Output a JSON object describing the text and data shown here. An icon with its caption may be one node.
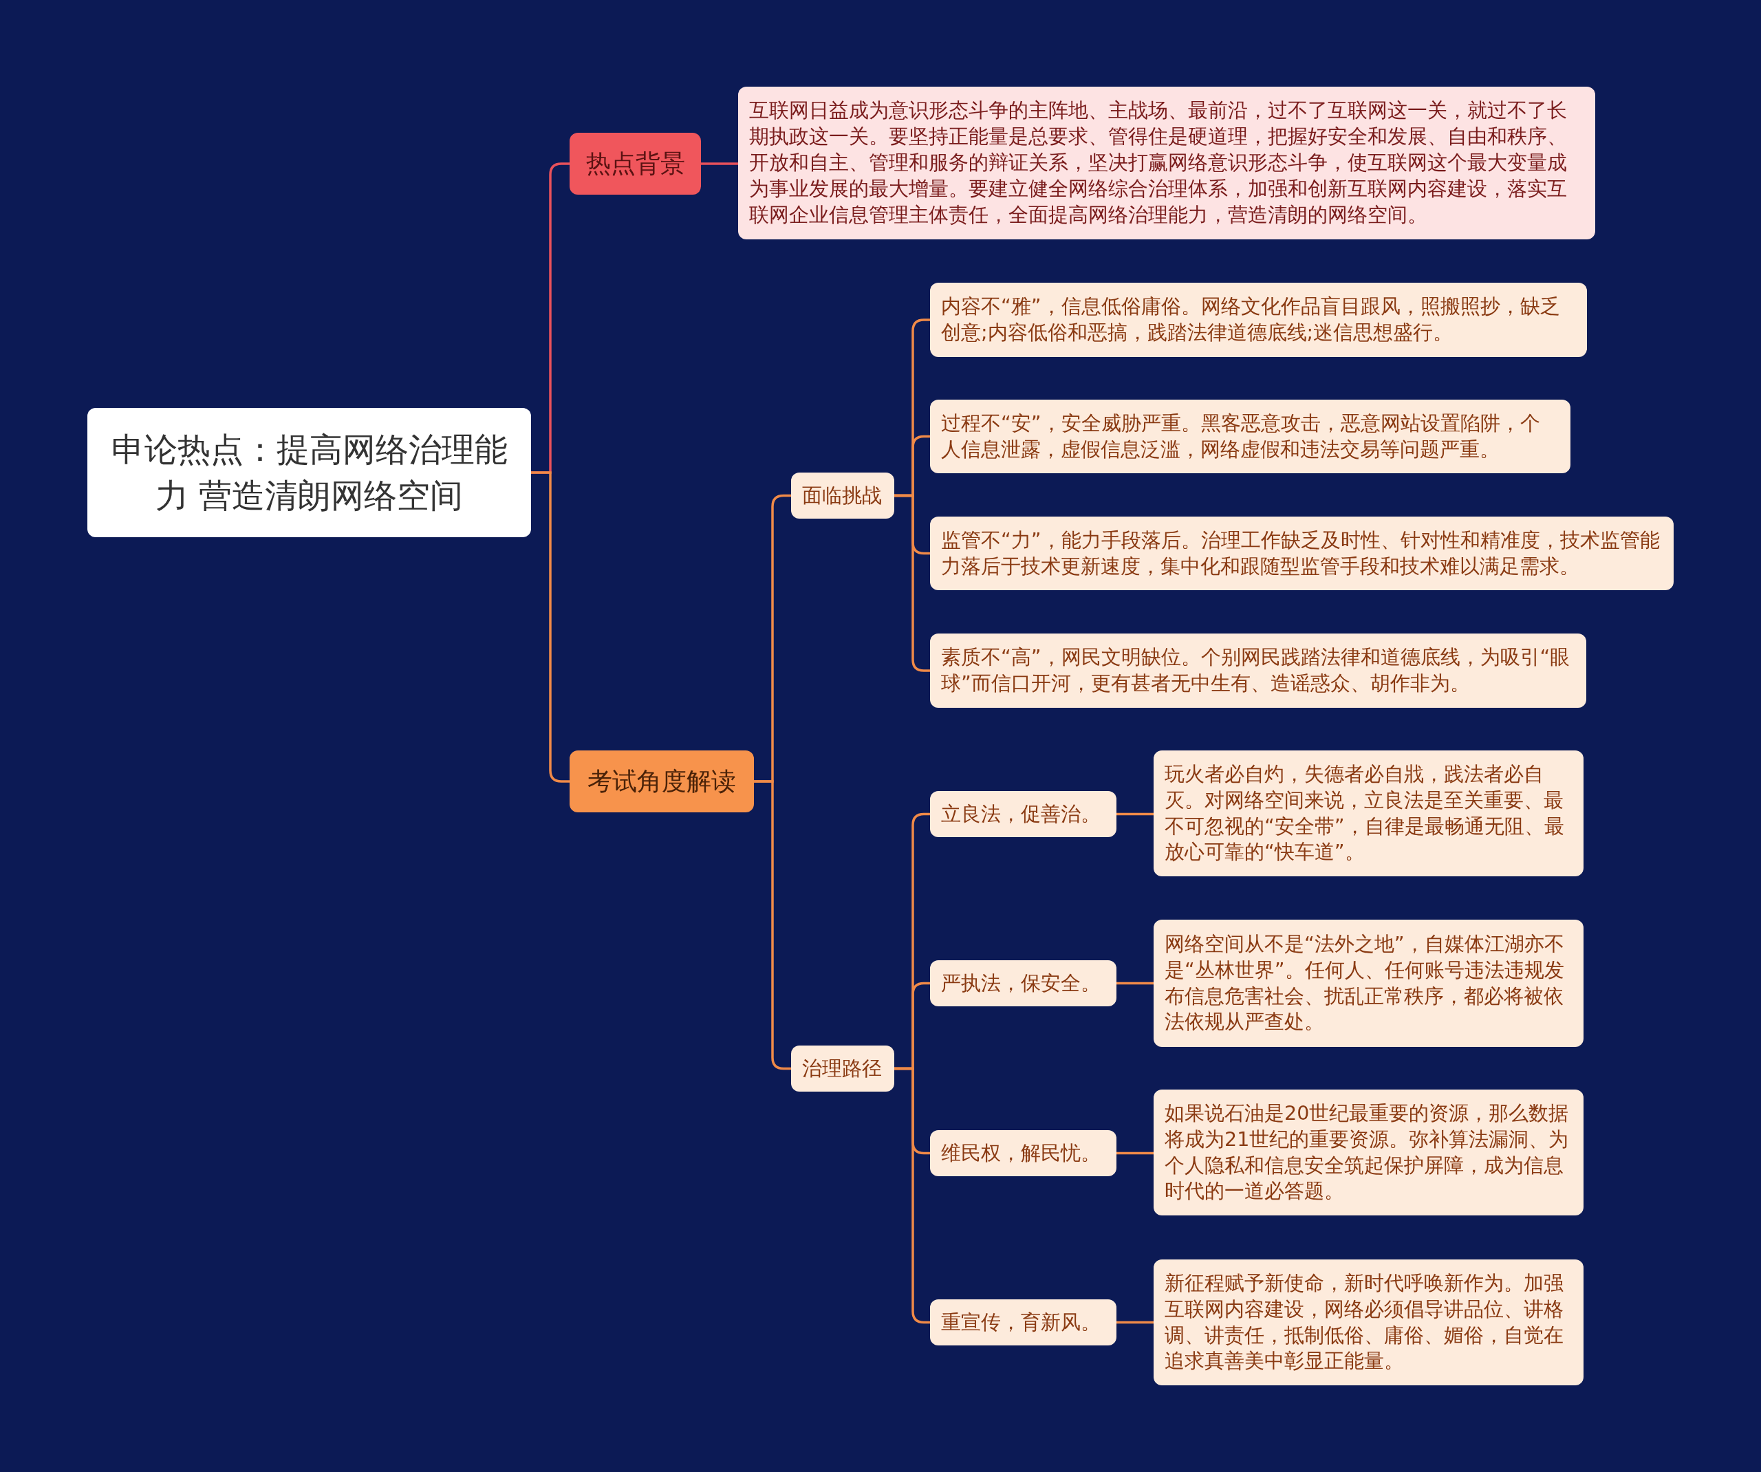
{
  "diagram": {
    "nodes": [
      {
        "text": [
          "申论热点：提高网络治理能力 营造清朗网络空间"
        ]
      },
      {
        "text": [
          "热点背景"
        ]
      },
      {
        "text": [
          "互联网日益成为意识形态斗争的主阵地、主战场、最前沿，过不了互联网这一关，就过不了长期执政这一关。要坚持正能量是总要求、管得住是硬道理，把握好安全和发展、自由和秩序、开放和自主、管理和服务的辩证关系，坚决打赢网络意识形态斗争，使互联网这个最大变量成为事业发展的最大增量。要建立健全网络综合治理体系，加强和创新互联网内容建设，落实互联网企业信息管理主体责任，全面提高网络治理能力，营造清朗的网络空间。"
        ]
      },
      {
        "text": [
          "考试角度解读"
        ]
      },
      {
        "text": [
          "面临挑战"
        ]
      },
      {
        "text": [
          "内容不“雅”，信息低俗庸俗。网络文化作品盲目跟风，照搬照抄，缺乏创意;内容低俗和恶搞，践踏法律道德底线;迷信思想盛行。"
        ]
      },
      {
        "text": [
          "过程不“安”，安全威胁严重。黑客恶意攻击，恶意网站设置陷阱，个人信息泄露，虚假信息泛滥，网络虚假和违法交易等问题严重。"
        ]
      },
      {
        "text": [
          "监管不“力”，能力手段落后。治理工作缺乏及时性、针对性和精准度，技术监管能力落后于技术更新速度，集中化和跟随型监管手段和技术难以满足需求。"
        ]
      },
      {
        "text": [
          "素质不“高”，网民文明缺位。个别网民践踏法律和道德底线，为吸引“眼球”而信口开河，更有甚者无中生有、造谣惑众、胡作非为。"
        ]
      },
      {
        "text": [
          "治理路径"
        ]
      },
      {
        "text": [
          "立良法，促善治。"
        ]
      },
      {
        "text": [
          "玩火者必自灼，失德者必自戕，践法者必自灭。对网络空间来说，立良法是至关重要、最不可忽视的“安全带”，自律是最畅通无阻、最放心可靠的“快车道”。"
        ]
      },
      {
        "text": [
          "严执法，保安全。"
        ]
      },
      {
        "text": [
          "网络空间从不是“法外之地”，自媒体江湖亦不是“丛林世界”。任何人、任何账号违法违规发布信息危害社会、扰乱正常秩序，都必将被依法依规从严查处。"
        ]
      },
      {
        "text": [
          "维民权，解民忧。"
        ]
      },
      {
        "text": [
          "如果说石油是20世纪最重要的资源，那么数据将成为21世纪的重要资源。弥补算法漏洞、为个人隐私和信息安全筑起保护屏障，成为信息时代的一道必答题。"
        ]
      },
      {
        "text": [
          "重宣传，育新风。"
        ]
      },
      {
        "text": [
          "新征程赋予新使命，新时代呼唤新作为。加强互联网内容建设，网络必须倡导讲品位、讲格调、讲责任，抵制低俗、庸俗、媚俗，自觉在追求真善美中彰显正能量。"
        ]
      }
    ],
    "edges": [
      {
        "from": 0,
        "to": 1,
        "arrow": "none",
        "color": "#e8515b"
      },
      {
        "from": 1,
        "to": 2,
        "arrow": "none",
        "color": "#e8515b"
      },
      {
        "from": 0,
        "to": 3,
        "arrow": "none"
      },
      {
        "from": 3,
        "to": 4,
        "arrow": "none"
      },
      {
        "from": 4,
        "to": 5,
        "arrow": "none"
      },
      {
        "from": 4,
        "to": 6,
        "arrow": "none"
      },
      {
        "from": 4,
        "to": 7,
        "arrow": "none"
      },
      {
        "from": 4,
        "to": 8,
        "arrow": "none"
      },
      {
        "from": 3,
        "to": 9,
        "arrow": "none"
      },
      {
        "from": 9,
        "to": 10,
        "arrow": "none"
      },
      {
        "from": 10,
        "to": 11,
        "arrow": "none"
      },
      {
        "from": 9,
        "to": 12,
        "arrow": "none"
      },
      {
        "from": 12,
        "to": 13,
        "arrow": "none"
      },
      {
        "from": 9,
        "to": 14,
        "arrow": "none"
      },
      {
        "from": 14,
        "to": 15,
        "arrow": "none"
      },
      {
        "from": 9,
        "to": 16,
        "arrow": "none"
      },
      {
        "from": 16,
        "to": 17,
        "arrow": "none"
      }
    ]
  }
}
